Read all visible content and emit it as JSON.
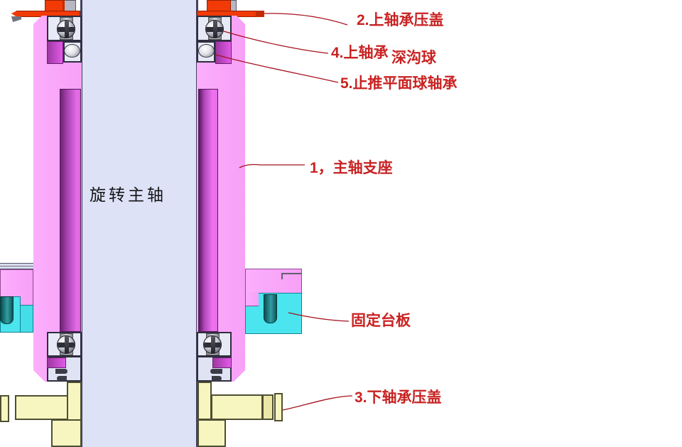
{
  "shaft_label": {
    "text": "旋转主轴"
  },
  "annotations": [
    {
      "part": "upper-bearing-cover",
      "text": "2.上轴承压盖"
    },
    {
      "part": "upper-bearing",
      "text": "4.上轴承"
    },
    {
      "part": "upper-bearing-type",
      "text": "深沟球"
    },
    {
      "part": "thrust-ball-bearing",
      "text": "5.止推平面球轴承"
    },
    {
      "part": "spindle-support",
      "text": "1，主轴支座"
    },
    {
      "part": "fixed-platen",
      "text": "固定台板"
    },
    {
      "part": "lower-bearing-cover",
      "text": "3.下轴承压盖"
    }
  ],
  "colors": {
    "annotation_red": "#c92222",
    "leader_line": "#a5131f",
    "shaft_lavender": "#dde2f7",
    "housing_pink": "#f9a7f9",
    "sleeve_magenta": "#d34fd9",
    "flange_orange": "#f23a06",
    "platen_cyan": "#4ae5ee",
    "bolt_teal": "#1d7a80",
    "cover_yellow": "#f8f6c0"
  }
}
